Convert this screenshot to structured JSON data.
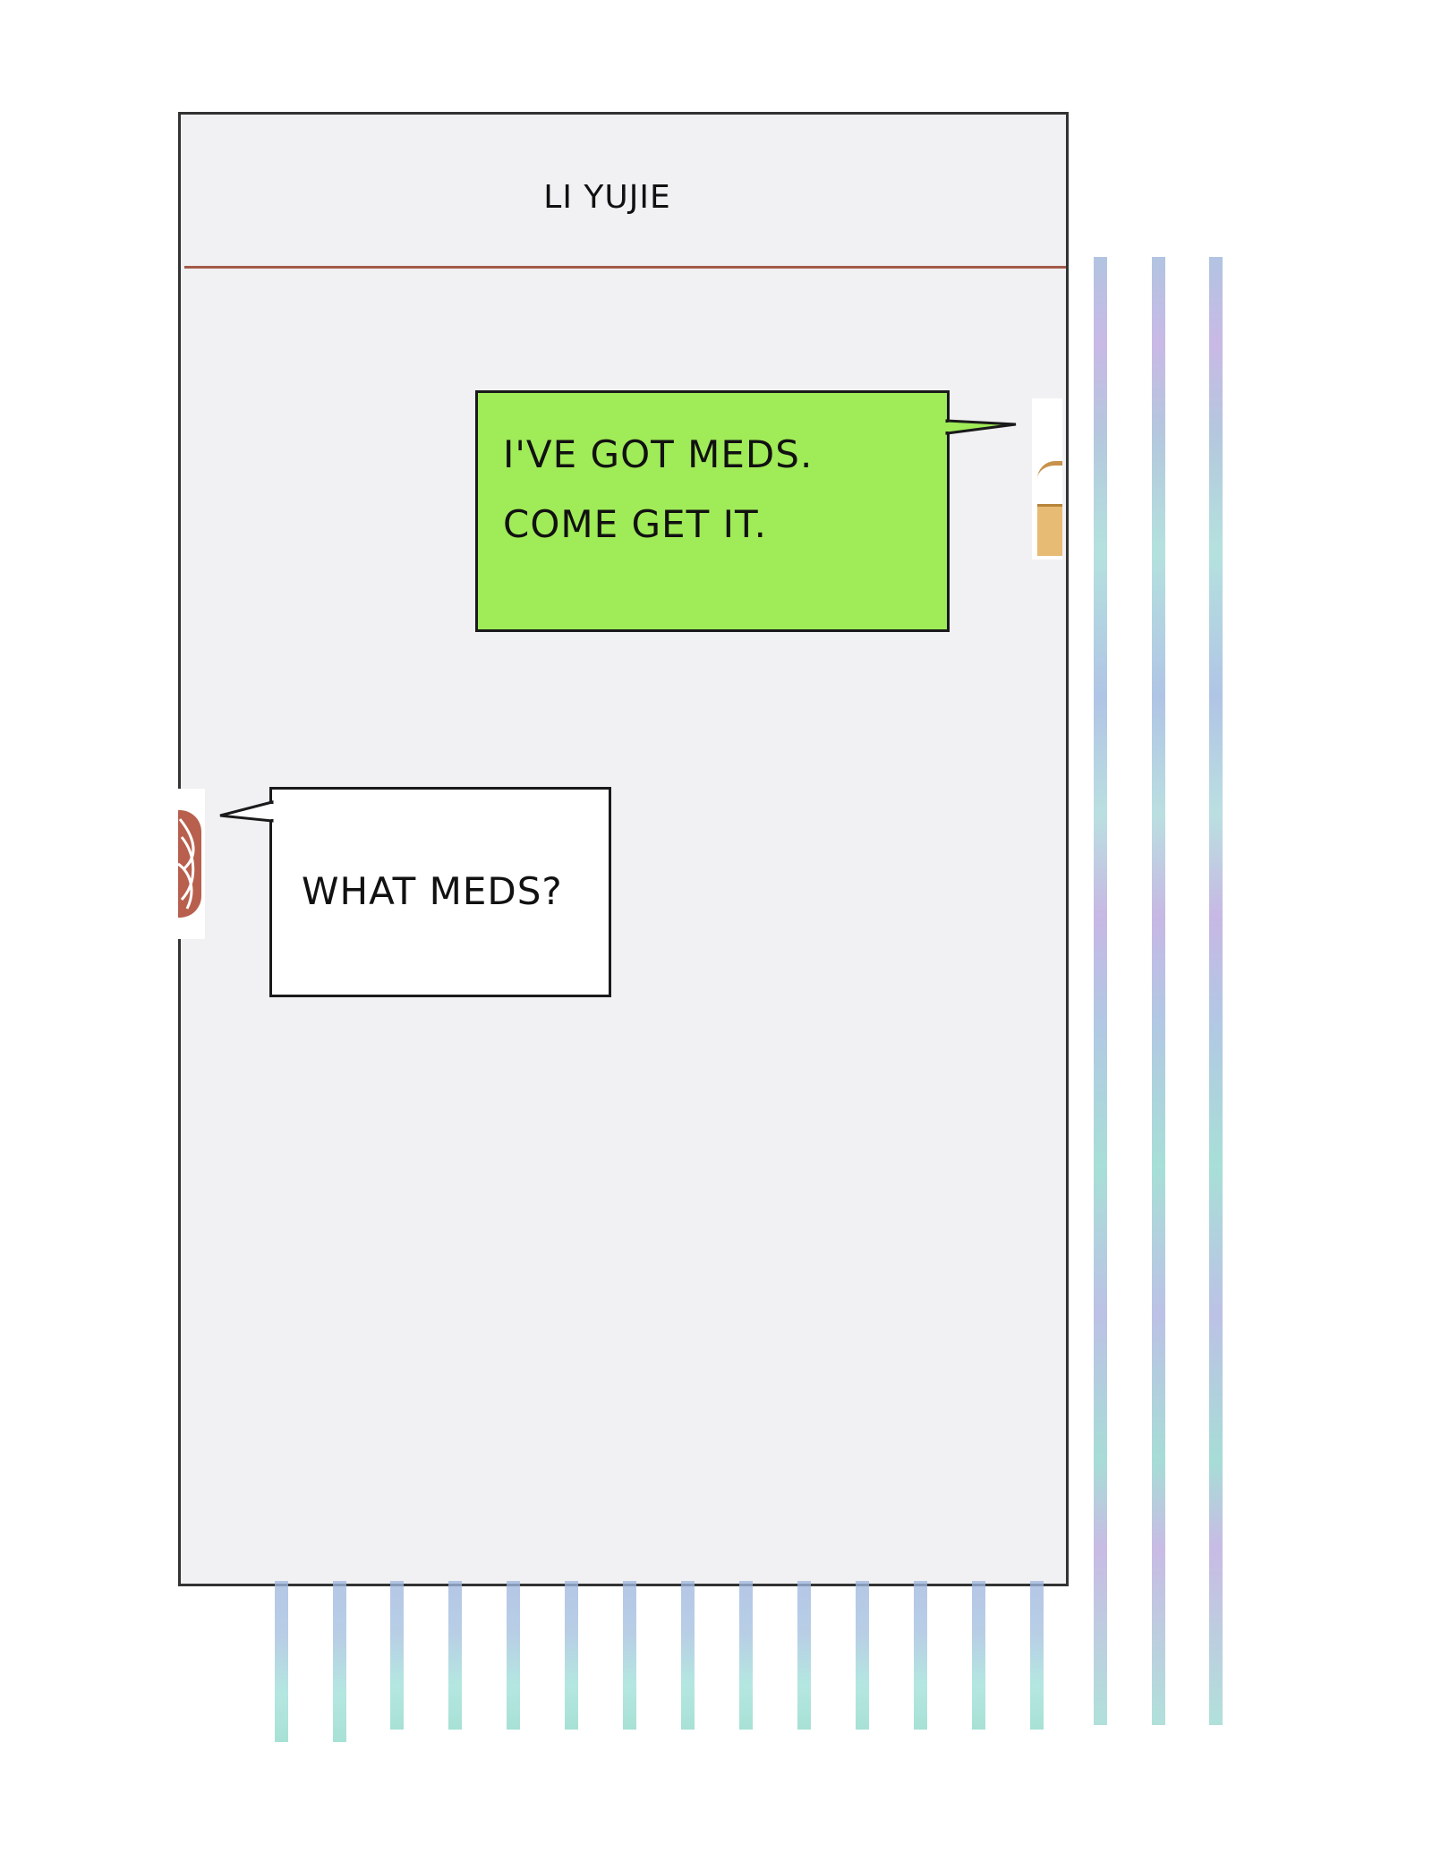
{
  "contact": {
    "name": "LI YUJIE"
  },
  "messages": [
    {
      "side": "sent",
      "text": "I'VE GOT MEDS. COME GET IT."
    },
    {
      "side": "received",
      "text": "WHAT MEDS?"
    }
  ],
  "colors": {
    "sent_bubble": "#a0eb58",
    "received_bubble": "#ffffff",
    "screen_background": "#f1f0f2",
    "header_divider": "#a45a4a"
  },
  "icons": [
    "avatar-sender",
    "avatar-contact"
  ]
}
